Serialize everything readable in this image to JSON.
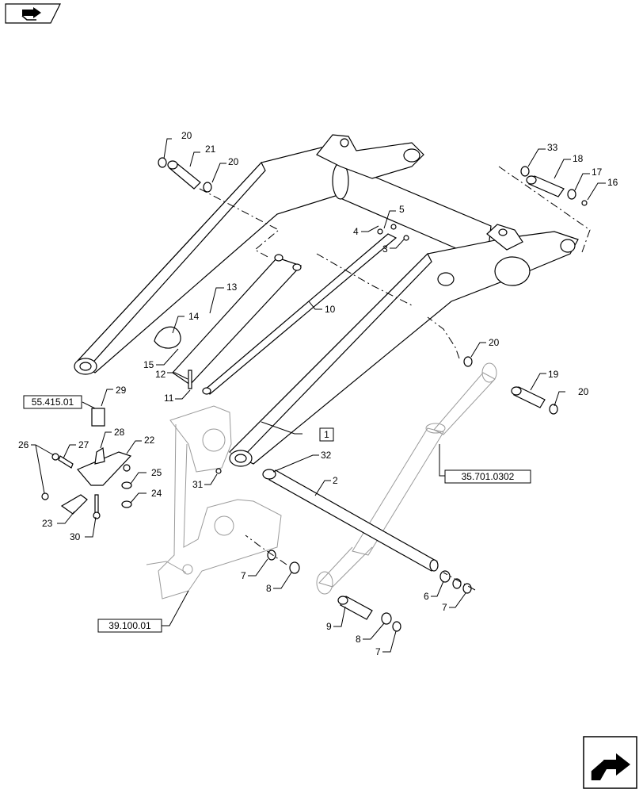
{
  "nav": {
    "top_icon": "folded-page-arrow-icon",
    "bottom_icon": "next-page-arrow-icon"
  },
  "callouts": [
    "20",
    "21",
    "20",
    "33",
    "18",
    "17",
    "16",
    "5",
    "4",
    "3",
    "13",
    "14",
    "10",
    "15",
    "12",
    "11",
    "20",
    "19",
    "20",
    "29",
    "28",
    "22",
    "27",
    "26",
    "25",
    "24",
    "23",
    "30",
    "31",
    "32",
    "2",
    "7",
    "8",
    "6",
    "7",
    "9",
    "8",
    "7"
  ],
  "references": {
    "boom_frame": "1",
    "seat_ref": "55.415.01",
    "cylinder_ref": "35.701.0302",
    "chassis_ref": "39.100.01"
  }
}
